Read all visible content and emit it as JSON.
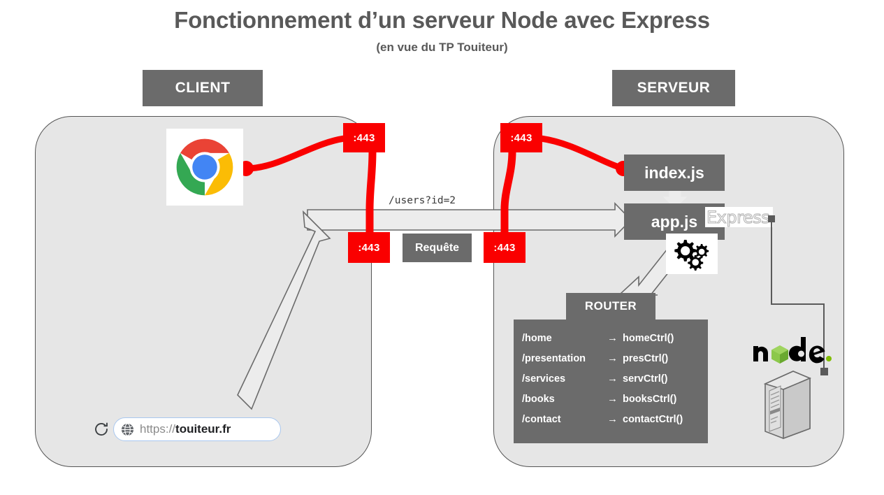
{
  "title": "Fonctionnement d’un serveur Node avec Express",
  "subtitle": "(en vue du TP Touiteur)",
  "sections": {
    "client_label": "CLIENT",
    "server_label": "SERVEUR"
  },
  "ports": {
    "client_top": ":443",
    "server_top": ":443",
    "client_bottom": ":443",
    "server_bottom": ":443"
  },
  "request": {
    "query_string": "/users?id=2",
    "label": "Requête"
  },
  "client": {
    "browser_icon": "chrome-logo",
    "urlbar": {
      "reload_icon": "reload-icon",
      "site_icon": "globe-icon",
      "scheme": "https://",
      "host": "touiteur.fr",
      "full_url": "https://touiteur.fr"
    }
  },
  "server": {
    "index_file": "index.js",
    "app_file": "app.js",
    "framework_logo": "Express",
    "gears_icon": "gears-icon",
    "node_logo": "node",
    "server_icon": "server-tower-icon"
  },
  "router": {
    "title": "ROUTER",
    "arrow": "→",
    "routes": [
      {
        "path": "/home",
        "controller": "homeCtrl()"
      },
      {
        "path": "/presentation",
        "controller": "presCtrl()"
      },
      {
        "path": "/services",
        "controller": "servCtrl()"
      },
      {
        "path": "/books",
        "controller": "booksCtrl()"
      },
      {
        "path": "/contact",
        "controller": "contactCtrl()"
      }
    ]
  },
  "colors": {
    "accent_red": "#fa0000",
    "panel_fill": "#e6e6e6",
    "box_grey": "#6b6b6b",
    "title_grey": "#595959",
    "node_green": "#80bd01"
  }
}
